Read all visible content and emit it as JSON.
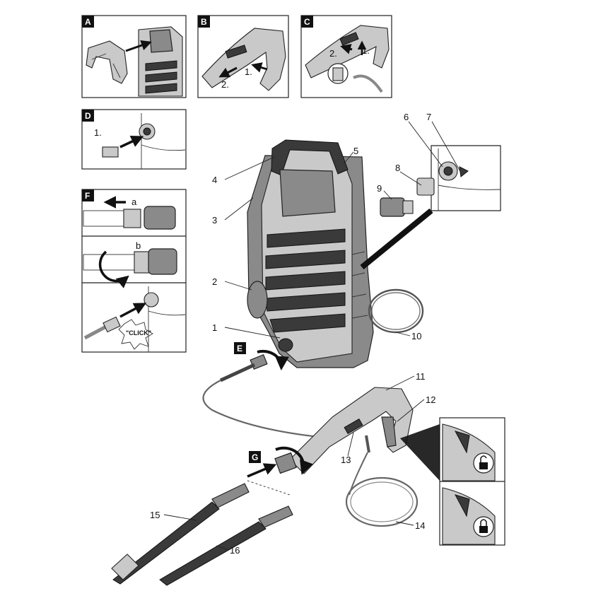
{
  "panels": [
    {
      "id": "A",
      "label": "A"
    },
    {
      "id": "B",
      "label": "B"
    },
    {
      "id": "C",
      "label": "C"
    },
    {
      "id": "D",
      "label": "D"
    },
    {
      "id": "F",
      "label": "F"
    },
    {
      "id": "E",
      "label": "E"
    },
    {
      "id": "G",
      "label": "G"
    }
  ],
  "steps": {
    "b_one": "1.",
    "b_two": "2.",
    "c_one": "1.",
    "c_two": "2.",
    "d_one": "1.",
    "f_a": "a",
    "f_b": "b",
    "click": "\"CLICK\""
  },
  "callouts": [
    "1",
    "2",
    "3",
    "4",
    "5",
    "6",
    "7",
    "8",
    "9",
    "10",
    "11",
    "12",
    "13",
    "14",
    "15",
    "16"
  ],
  "icons": {
    "lock_open": "unlocked-padlock-icon",
    "lock_closed": "locked-padlock-icon",
    "arrow": "arrow-icon"
  },
  "colors": {
    "ink": "#222222",
    "panel_tag": "#1a1a1a",
    "body_grey": "#8a8a8a"
  }
}
